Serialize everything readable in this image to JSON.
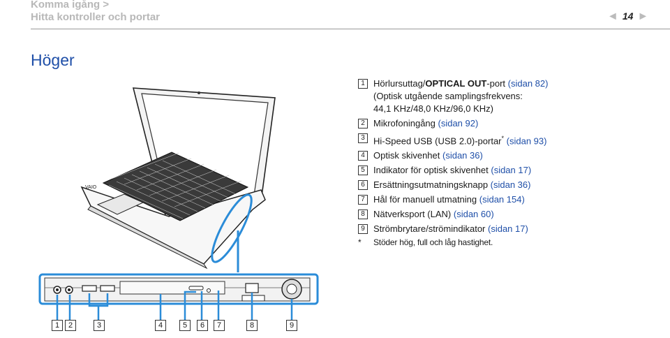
{
  "header": {
    "breadcrumb_1": "Komma igång >",
    "breadcrumb_2": "Hitta kontroller och portar",
    "page_number": "14",
    "prev_arrow": "◄",
    "next_arrow": "►"
  },
  "section_title": "Höger",
  "items": [
    {
      "num": "1",
      "parts": [
        {
          "text": "Hörlursuttag/",
          "bold": false
        },
        {
          "text": "OPTICAL OUT",
          "bold": true
        },
        {
          "text": "-port ",
          "bold": false
        }
      ],
      "link": "(sidan 82)",
      "extra": [
        "(Optisk utgående samplingsfrekvens:",
        "44,1 KHz/48,0 KHz/96,0 KHz)"
      ]
    },
    {
      "num": "2",
      "text": "Mikrofoningång ",
      "link": "(sidan 92)"
    },
    {
      "num": "3",
      "text": "Hi-Speed USB (USB 2.0)-portar",
      "sup": "*",
      "link": " (sidan 93)"
    },
    {
      "num": "4",
      "text": "Optisk skivenhet ",
      "link": "(sidan 36)"
    },
    {
      "num": "5",
      "text": "Indikator för optisk skivenhet ",
      "link": "(sidan 17)"
    },
    {
      "num": "6",
      "text": "Ersättningsutmatningsknapp ",
      "link": "(sidan 36)"
    },
    {
      "num": "7",
      "text": "Hål för manuell utmatning ",
      "link": "(sidan 154)"
    },
    {
      "num": "8",
      "text": "Nätverksport (LAN) ",
      "link": "(sidan 60)"
    },
    {
      "num": "9",
      "text": "Strömbrytare/strömindikator ",
      "link": "(sidan 17)"
    }
  ],
  "footnote": {
    "star": "*",
    "text": "Stöder hög, full och låg hastighet."
  },
  "callout_labels": [
    "1",
    "2",
    "3",
    "4",
    "5",
    "6",
    "7",
    "8",
    "9"
  ],
  "colors": {
    "accent": "#1f4fa8",
    "breadcrumb": "#b8b8b8"
  }
}
